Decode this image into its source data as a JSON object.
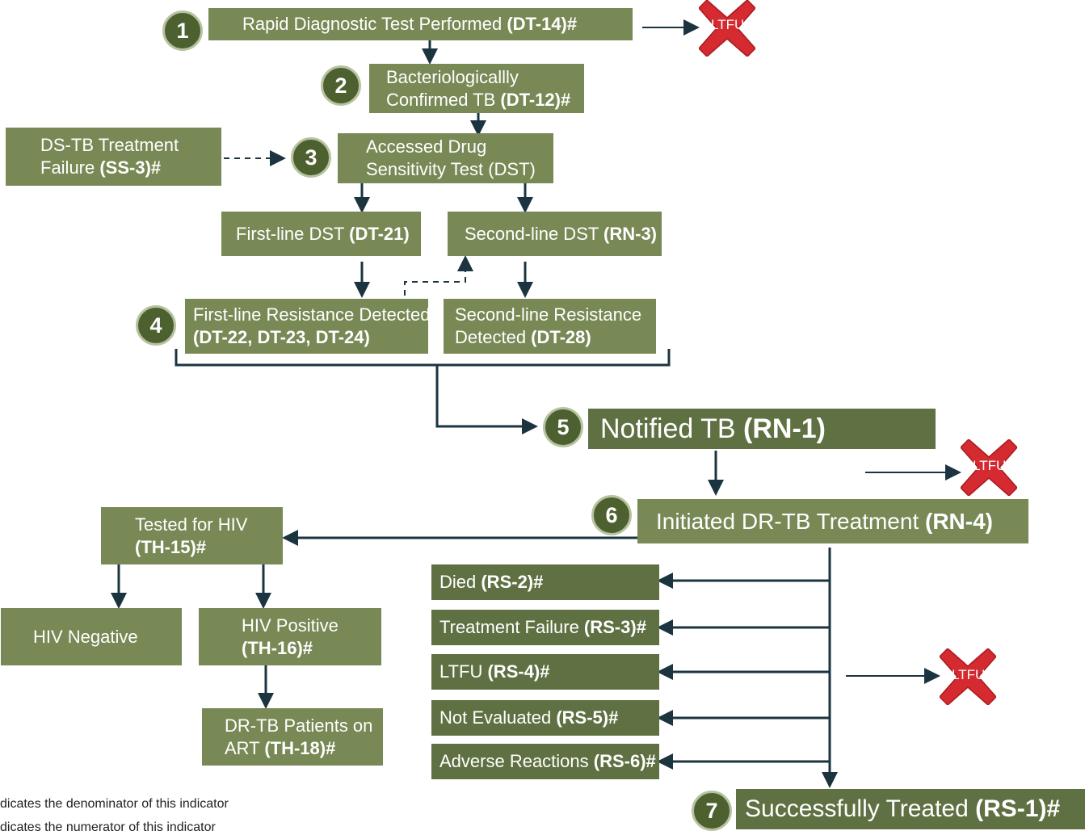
{
  "colors": {
    "box_light": "#788955",
    "box_dark": "#5f7142",
    "badge": "#4d6130",
    "arrow": "#1b3440",
    "ltfu": "#d42a30"
  },
  "steps": {
    "s1": {
      "num": "1",
      "text": "Rapid Diagnostic Test Performed ",
      "code": "(DT-14)#"
    },
    "s2": {
      "num": "2",
      "line1": "Bacteriologicallly",
      "line2": "Confirmed TB ",
      "code": "(DT-12)#"
    },
    "s3": {
      "num": "3",
      "line1": "Accessed Drug",
      "line2": "Sensitivity Test (DST)"
    },
    "s4": {
      "num": "4"
    },
    "s5": {
      "num": "5",
      "text": "Notified TB ",
      "code": "(RN-1)"
    },
    "s6": {
      "num": "6",
      "text": "Initiated DR-TB Treatment ",
      "code": "(RN-4)"
    },
    "s7": {
      "num": "7",
      "text": "Successfully Treated ",
      "code": "(RS-1)#"
    }
  },
  "boxes": {
    "ds_failure": {
      "line1": "DS-TB Treatment",
      "line2": "Failure ",
      "code": "(SS-3)#"
    },
    "first_dst": {
      "text": "First-line DST ",
      "code": "(DT-21)"
    },
    "second_dst": {
      "text": "Second-line DST ",
      "code": "(RN-3)"
    },
    "first_resist": {
      "line1": "First-line Resistance Detected",
      "code": "(DT-22, DT-23, DT-24)"
    },
    "second_resist": {
      "line1": "Second-line Resistance",
      "line2": "Detected ",
      "code": "(DT-28)"
    },
    "hiv_tested": {
      "line1": "Tested for HIV",
      "code": "(TH-15)#"
    },
    "hiv_negative": {
      "text": "HIV Negative"
    },
    "hiv_positive": {
      "line1": "HIV Positive",
      "code": "(TH-16)#"
    },
    "on_art": {
      "line1": "DR-TB Patients on",
      "line2": "ART ",
      "code": "(TH-18)#"
    }
  },
  "outcomes": [
    {
      "text": "Died ",
      "code": "(RS-2)#"
    },
    {
      "text": "Treatment Failure ",
      "code": "(RS-3)#"
    },
    {
      "text": "LTFU ",
      "code": "(RS-4)#"
    },
    {
      "text": "Not Evaluated ",
      "code": "(RS-5)#"
    },
    {
      "text": "Adverse Reactions ",
      "code": "(RS-6)#"
    }
  ],
  "ltfu_label": "LTFU",
  "legend": {
    "line1": "dicates the denominator of this indicator",
    "line2": "dicates the numerator of this indicator"
  }
}
